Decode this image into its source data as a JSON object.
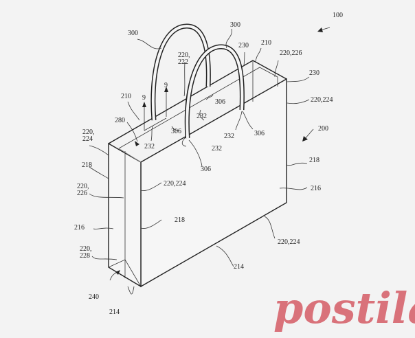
{
  "figure": {
    "reference_numerals": {
      "fig": "100",
      "bag": "200",
      "handle_left": "300",
      "handle_right": "300",
      "top_edge_left": "210",
      "top_edge_right": "210",
      "panel_222": [
        "220,",
        "222"
      ],
      "rim_230_a": "230",
      "rim_230_b": "230",
      "side_226_top": "220,226",
      "front_224_right": "220,224",
      "section_9_a": "9",
      "section_9_b": "9",
      "opening": "280",
      "attach_232_a": "232",
      "attach_232_b": "232",
      "attach_232_c": "232",
      "attach_232_d": "232",
      "end_306_a": "306",
      "end_306_b": "306",
      "end_306_c": "306",
      "end_306_d": "306",
      "edge_224_left": [
        "220,",
        "224"
      ],
      "edge_218_left": "218",
      "side_226_left": [
        "220,",
        "226"
      ],
      "panel_216_left": "216",
      "bottom_228": [
        "220,",
        "228"
      ],
      "base_240": "240",
      "bottom_214_left": "214",
      "front_224_mid": "220,224",
      "edge_218_mid": "218",
      "edge_218_right": "218",
      "panel_216_right": "216",
      "bottom_224_right": "220,224",
      "bottom_214_mid": "214"
    }
  },
  "watermark": {
    "text": "postila.ru",
    "color": "#d9727a"
  }
}
